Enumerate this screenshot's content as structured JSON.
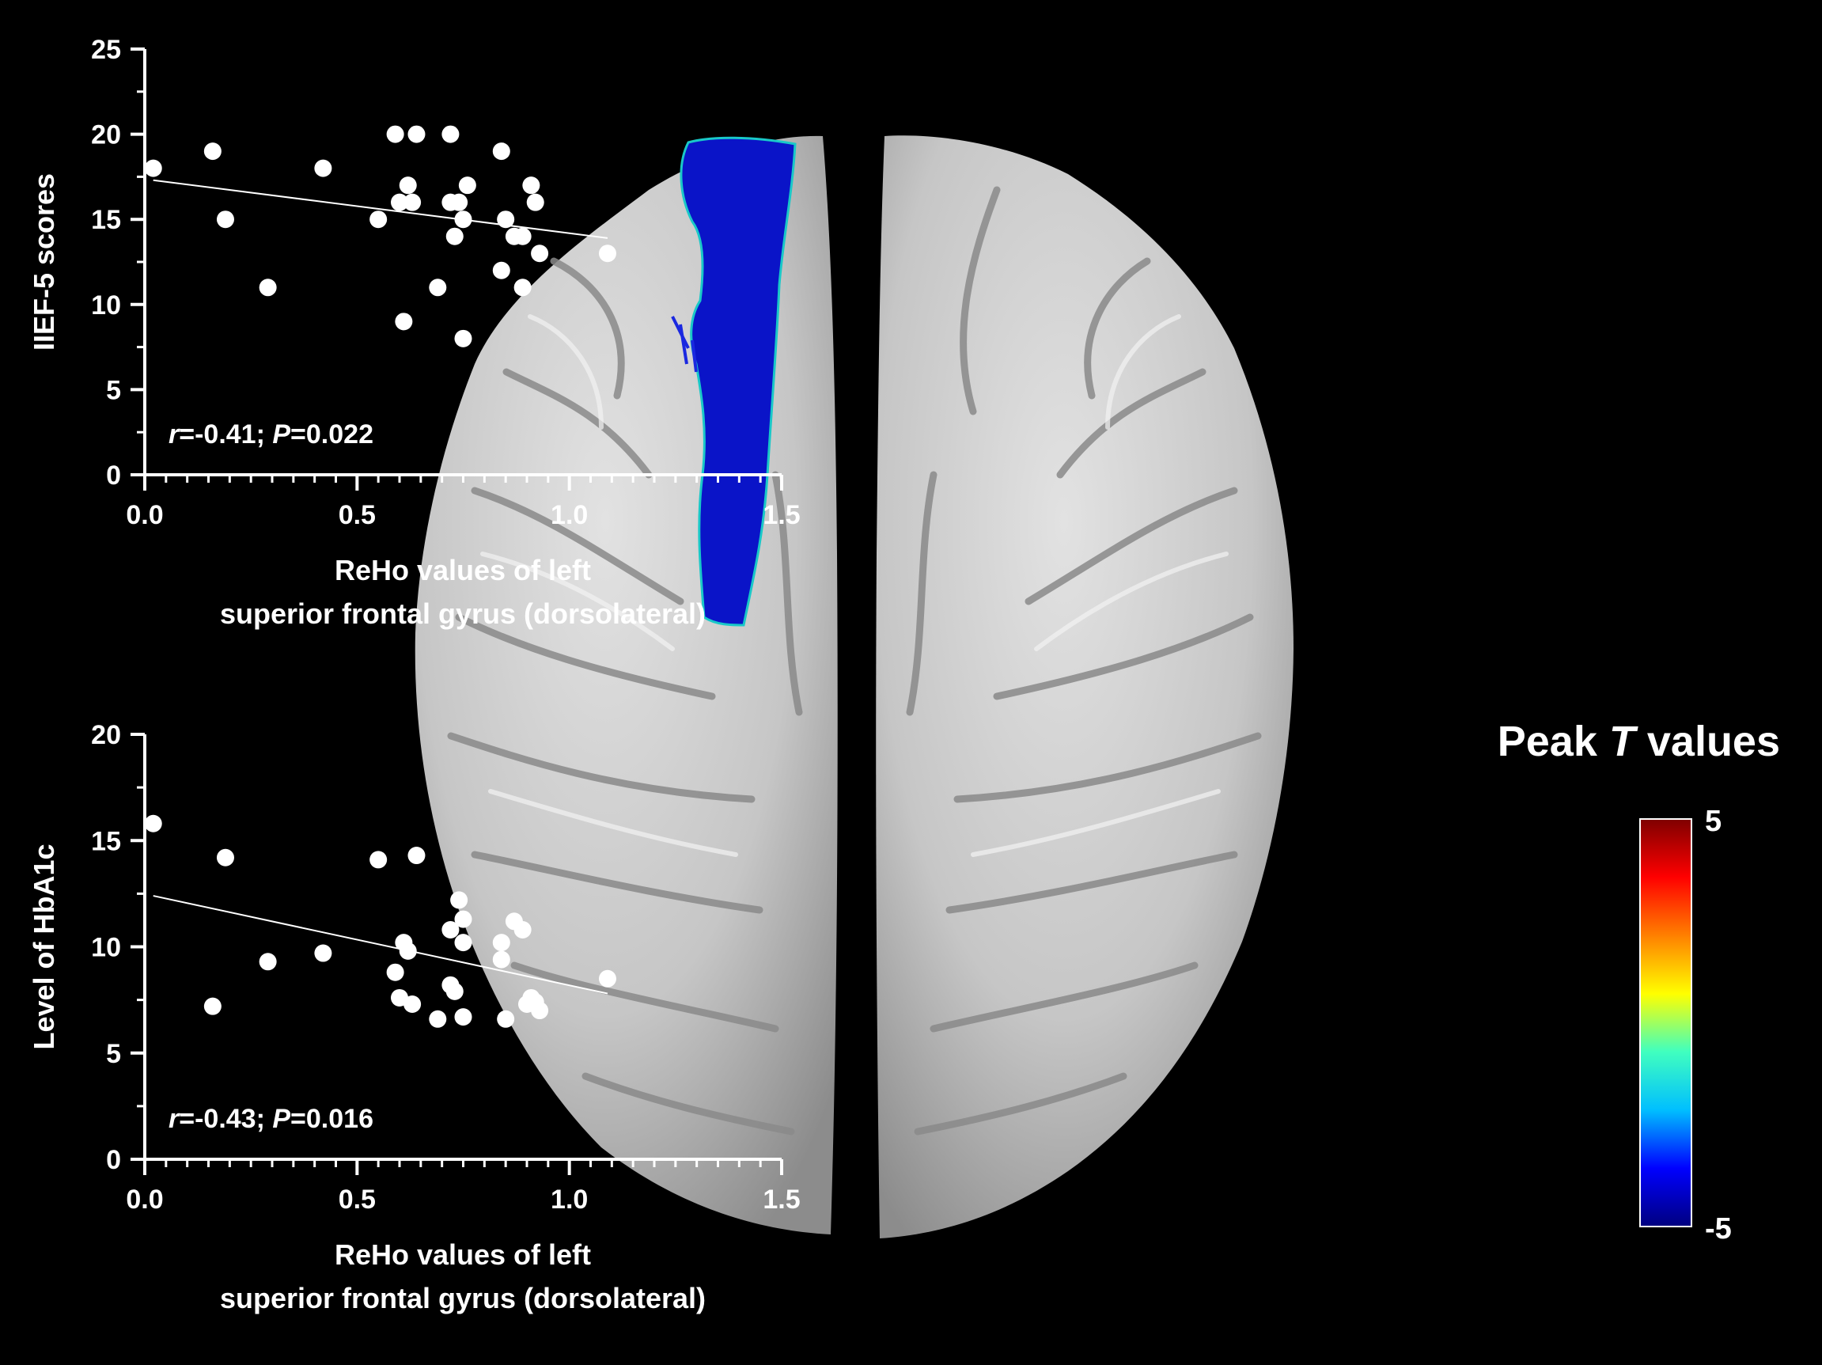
{
  "colors": {
    "background": "#000000",
    "brain_surface": "#c8c8c8",
    "cluster": "#0a14c8",
    "axis": "#ffffff",
    "points": "#ffffff",
    "colorbar_stops": [
      "#00007f",
      "#0000ff",
      "#00bfff",
      "#40ffbf",
      "#ffff00",
      "#ff8000",
      "#ff0000",
      "#7f0000"
    ]
  },
  "colorbar": {
    "title_prefix": "Peak ",
    "title_italic": "T",
    "title_suffix": " values",
    "max_label": "5",
    "min_label": "-5"
  },
  "chart_data": [
    {
      "type": "scatter",
      "ylabel": "IIEF-5 scores",
      "xlabel_line1": "ReHo values of left",
      "xlabel_line2": "superior frontal gyrus (dorsolateral)",
      "xlim": [
        0,
        1.5
      ],
      "ylim": [
        0,
        25
      ],
      "x_ticks": [
        "0.0",
        "0.5",
        "1.0",
        "1.5"
      ],
      "y_ticks": [
        "0",
        "5",
        "10",
        "15",
        "20",
        "25"
      ],
      "annotation": {
        "r_symbol": "r",
        "r_value": "=-0.41; ",
        "p_symbol": "P",
        "p_value": "=0.022"
      },
      "trendline": {
        "x": [
          0.02,
          1.09
        ],
        "y": [
          17.3,
          13.9
        ]
      },
      "points": [
        {
          "x": 0.02,
          "y": 18
        },
        {
          "x": 0.16,
          "y": 19
        },
        {
          "x": 0.19,
          "y": 15
        },
        {
          "x": 0.29,
          "y": 11
        },
        {
          "x": 0.42,
          "y": 18
        },
        {
          "x": 0.55,
          "y": 15
        },
        {
          "x": 0.59,
          "y": 20
        },
        {
          "x": 0.6,
          "y": 16
        },
        {
          "x": 0.61,
          "y": 9
        },
        {
          "x": 0.62,
          "y": 17
        },
        {
          "x": 0.63,
          "y": 16
        },
        {
          "x": 0.64,
          "y": 20
        },
        {
          "x": 0.69,
          "y": 11
        },
        {
          "x": 0.72,
          "y": 20
        },
        {
          "x": 0.72,
          "y": 16
        },
        {
          "x": 0.73,
          "y": 14
        },
        {
          "x": 0.74,
          "y": 16
        },
        {
          "x": 0.75,
          "y": 15
        },
        {
          "x": 0.75,
          "y": 8
        },
        {
          "x": 0.76,
          "y": 17
        },
        {
          "x": 0.84,
          "y": 19
        },
        {
          "x": 0.84,
          "y": 12
        },
        {
          "x": 0.85,
          "y": 15
        },
        {
          "x": 0.87,
          "y": 14
        },
        {
          "x": 0.89,
          "y": 11
        },
        {
          "x": 0.89,
          "y": 14
        },
        {
          "x": 0.91,
          "y": 17
        },
        {
          "x": 0.92,
          "y": 16
        },
        {
          "x": 0.93,
          "y": 13
        },
        {
          "x": 1.09,
          "y": 13
        }
      ]
    },
    {
      "type": "scatter",
      "ylabel": "Level of HbA1c",
      "xlabel_line1": "ReHo values of left",
      "xlabel_line2": "superior frontal gyrus (dorsolateral)",
      "xlim": [
        0,
        1.5
      ],
      "ylim": [
        0,
        20
      ],
      "x_ticks": [
        "0.0",
        "0.5",
        "1.0",
        "1.5"
      ],
      "y_ticks": [
        "0",
        "5",
        "10",
        "15",
        "20"
      ],
      "annotation": {
        "r_symbol": "r",
        "r_value": "=-0.43; ",
        "p_symbol": "P",
        "p_value": "=0.016"
      },
      "trendline": {
        "x": [
          0.02,
          1.09
        ],
        "y": [
          12.4,
          7.8
        ]
      },
      "points": [
        {
          "x": 0.02,
          "y": 15.8
        },
        {
          "x": 0.16,
          "y": 7.2
        },
        {
          "x": 0.19,
          "y": 14.2
        },
        {
          "x": 0.29,
          "y": 9.3
        },
        {
          "x": 0.42,
          "y": 9.7
        },
        {
          "x": 0.55,
          "y": 14.1
        },
        {
          "x": 0.59,
          "y": 8.8
        },
        {
          "x": 0.6,
          "y": 7.6
        },
        {
          "x": 0.61,
          "y": 10.2
        },
        {
          "x": 0.62,
          "y": 9.8
        },
        {
          "x": 0.63,
          "y": 7.3
        },
        {
          "x": 0.64,
          "y": 14.3
        },
        {
          "x": 0.69,
          "y": 6.6
        },
        {
          "x": 0.72,
          "y": 10.8
        },
        {
          "x": 0.72,
          "y": 8.2
        },
        {
          "x": 0.73,
          "y": 7.9
        },
        {
          "x": 0.74,
          "y": 12.2
        },
        {
          "x": 0.75,
          "y": 11.3
        },
        {
          "x": 0.75,
          "y": 10.2
        },
        {
          "x": 0.75,
          "y": 6.7
        },
        {
          "x": 0.84,
          "y": 10.2
        },
        {
          "x": 0.84,
          "y": 9.4
        },
        {
          "x": 0.85,
          "y": 6.6
        },
        {
          "x": 0.87,
          "y": 11.2
        },
        {
          "x": 0.89,
          "y": 10.8
        },
        {
          "x": 0.9,
          "y": 7.3
        },
        {
          "x": 0.91,
          "y": 7.6
        },
        {
          "x": 0.92,
          "y": 7.4
        },
        {
          "x": 0.93,
          "y": 7.0
        },
        {
          "x": 1.09,
          "y": 8.5
        }
      ]
    }
  ]
}
